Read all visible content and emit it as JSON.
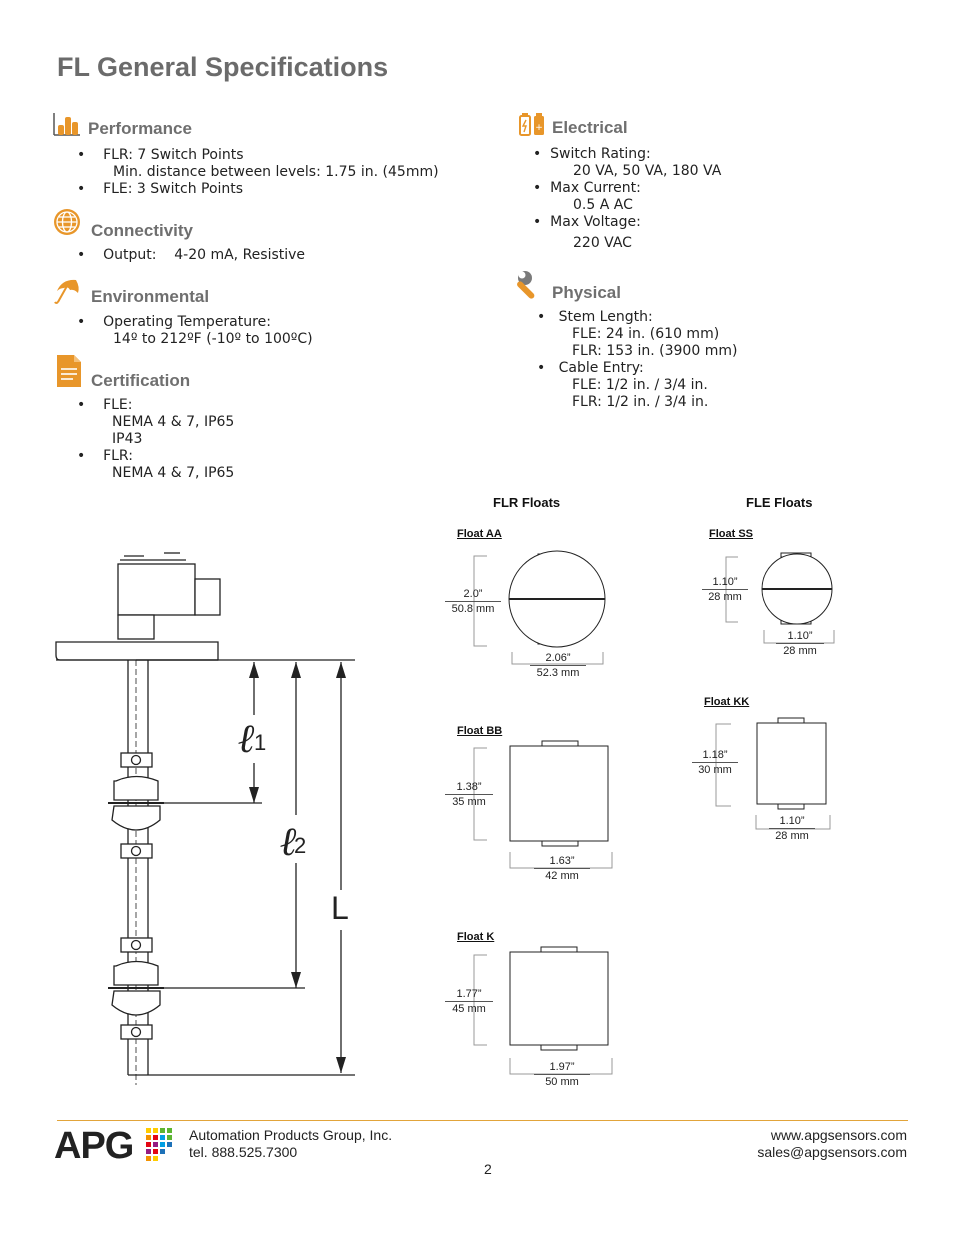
{
  "title": "FL General Specifications",
  "performance": {
    "heading": "Performance",
    "b1": "FLR: 7 Switch Points",
    "b1_sub": "Min. distance between levels: 1.75 in. (45mm)",
    "b2": "FLE: 3 Switch Points"
  },
  "connectivity": {
    "heading": "Connectivity",
    "b1_label": "Output:",
    "b1_value": "4-20 mA, Resistive"
  },
  "environmental": {
    "heading": "Environmental",
    "b1": "Operating Temperature:",
    "b1_sub": "14º to 212ºF (-10º to 100ºC)"
  },
  "certification": {
    "heading": "Certification",
    "b1": "FLE:",
    "b1_sub1": "NEMA 4 & 7, IP65",
    "b1_sub2": "IP43",
    "b2": "FLR:",
    "b2_sub1": "NEMA 4 & 7, IP65"
  },
  "electrical": {
    "heading": "Electrical",
    "b1": "Switch Rating:",
    "b1_sub": "20 VA, 50 VA, 180 VA",
    "b2": "Max Current:",
    "b2_sub": "0.5 A AC",
    "b3": "Max Voltage:",
    "b3_sub": "220 VAC"
  },
  "physical": {
    "heading": "Physical",
    "b1": "Stem Length:",
    "b1_sub1": "FLE: 24 in. (610 mm)",
    "b1_sub2": "FLR: 153 in. (3900 mm)",
    "b2": "Cable Entry:",
    "b2_sub1": "FLE: 1/2 in. / 3/4 in.",
    "b2_sub2": "FLR: 1/2 in. / 3/4 in."
  },
  "diagram": {
    "l1": "1",
    "l2": "2",
    "L": "L"
  },
  "floats": {
    "flr_heading": "FLR Floats",
    "fle_heading": "FLE Floats",
    "aa": {
      "label": "Float AA",
      "h_in": "2.0”",
      "h_mm": "50.8 mm",
      "w_in": "2.06”",
      "w_mm": "52.3 mm"
    },
    "bb": {
      "label": "Float BB",
      "h_in": "1.38”",
      "h_mm": "35 mm",
      "w_in": "1.63”",
      "w_mm": "42 mm"
    },
    "k": {
      "label": "Float K",
      "h_in": "1.77”",
      "h_mm": "45 mm",
      "w_in": "1.97”",
      "w_mm": "50 mm"
    },
    "ss": {
      "label": "Float SS",
      "h_in": "1.10”",
      "h_mm": "28 mm",
      "w_in": "1.10”",
      "w_mm": "28 mm"
    },
    "kk": {
      "label": "Float KK",
      "h_in": "1.18”",
      "h_mm": "30 mm",
      "w_in": "1.10”",
      "w_mm": "28 mm"
    }
  },
  "footer": {
    "logo": "APG",
    "company": "Automation Products Group, Inc.",
    "tel": "tel. 888.525.7300",
    "web": "www.apgsensors.com",
    "email": "sales@apgsensors.com",
    "page": "2"
  },
  "colors": {
    "accent": "#e8962a",
    "heading": "#6f6f6f",
    "rule": "#e2a43a"
  }
}
